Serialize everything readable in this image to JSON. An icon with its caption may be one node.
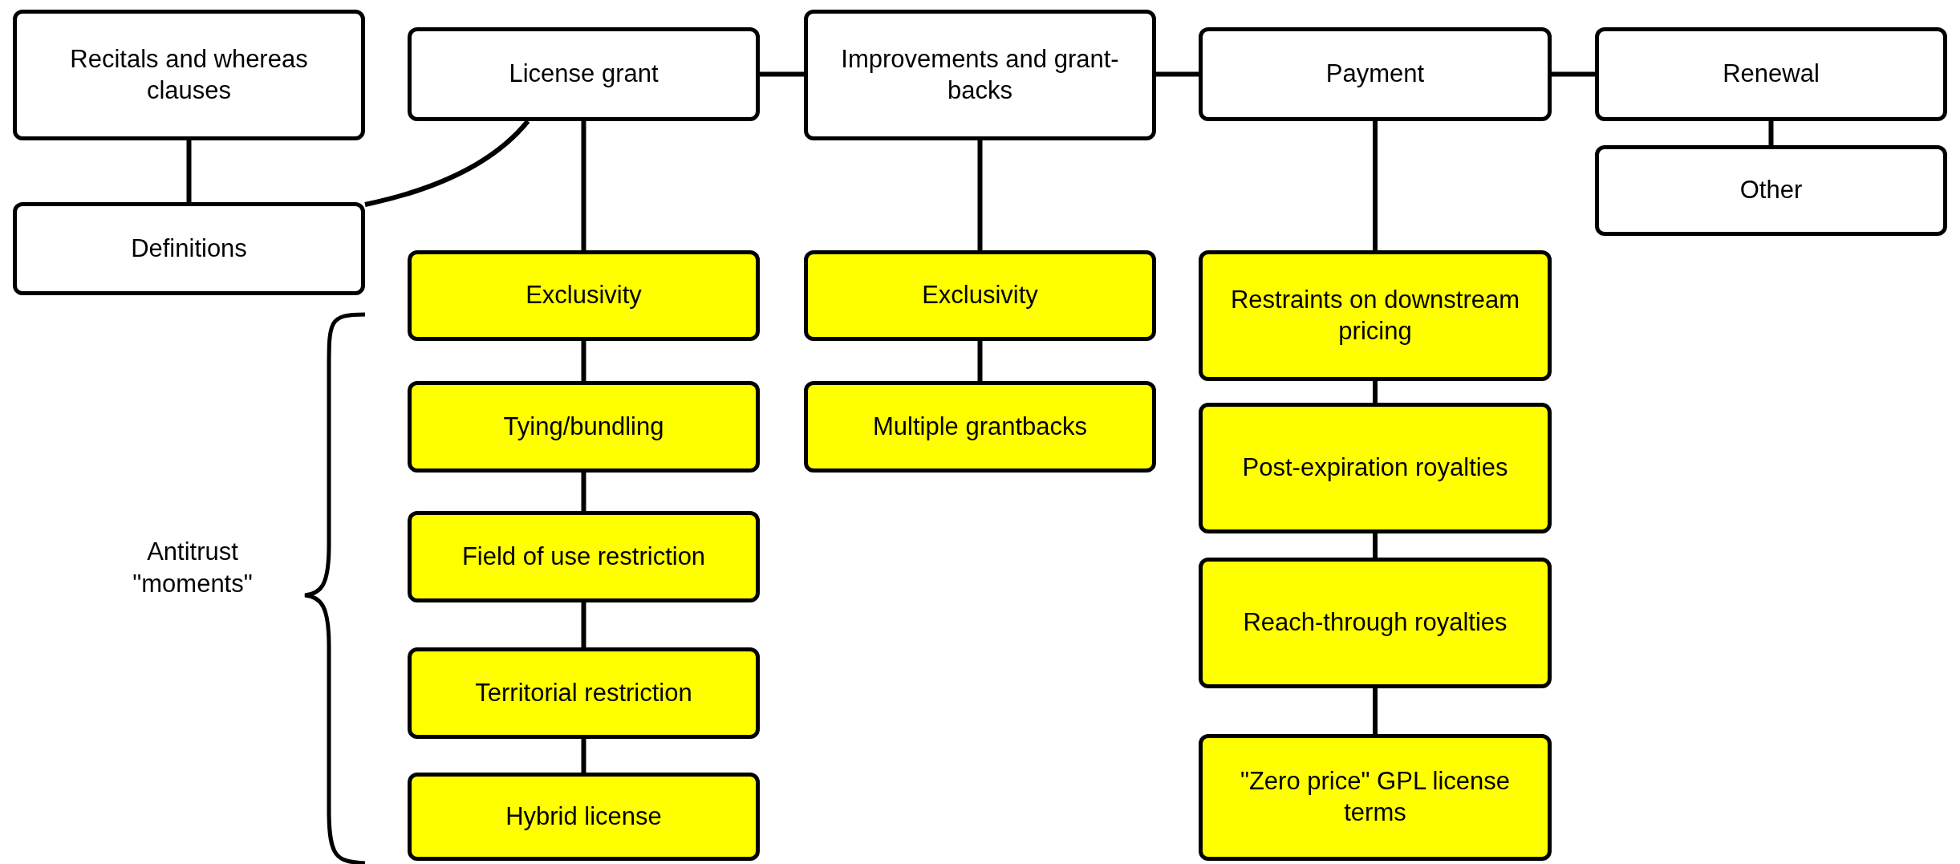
{
  "diagram": {
    "nodes": [
      {
        "text": [
          "Recitals and whereas clauses"
        ]
      },
      {
        "text": [
          "Definitions"
        ]
      },
      {
        "text": [
          "License grant"
        ]
      },
      {
        "text": [
          "Improvements and grant-backs"
        ]
      },
      {
        "text": [
          "Payment"
        ]
      },
      {
        "text": [
          "Renewal"
        ]
      },
      {
        "text": [
          "Other"
        ]
      },
      {
        "text": [
          "Exclusivity"
        ]
      },
      {
        "text": [
          "Tying/bundling"
        ]
      },
      {
        "text": [
          "Field of use restriction"
        ]
      },
      {
        "text": [
          "Territorial restriction"
        ]
      },
      {
        "text": [
          "Hybrid license"
        ]
      },
      {
        "text": [
          "Exclusivity"
        ]
      },
      {
        "text": [
          "Multiple grantbacks"
        ]
      },
      {
        "text": [
          "Restraints on downstream pricing"
        ]
      },
      {
        "text": [
          "Post-expiration royalties"
        ]
      },
      {
        "text": [
          "Reach-through royalties"
        ]
      },
      {
        "text": [
          "\"Zero price\" GPL license terms"
        ]
      }
    ],
    "edges": [
      {
        "from": 0,
        "to": 1,
        "arrow": "none"
      },
      {
        "from": 1,
        "to": 2,
        "arrow": "none"
      },
      {
        "from": 2,
        "to": 3,
        "arrow": "none"
      },
      {
        "from": 3,
        "to": 4,
        "arrow": "none"
      },
      {
        "from": 4,
        "to": 5,
        "arrow": "none"
      },
      {
        "from": 5,
        "to": 6,
        "arrow": "none"
      },
      {
        "from": 2,
        "to": 7,
        "arrow": "none"
      },
      {
        "from": 7,
        "to": 8,
        "arrow": "none"
      },
      {
        "from": 8,
        "to": 9,
        "arrow": "none"
      },
      {
        "from": 9,
        "to": 10,
        "arrow": "none"
      },
      {
        "from": 10,
        "to": 11,
        "arrow": "none"
      },
      {
        "from": 3,
        "to": 12,
        "arrow": "none"
      },
      {
        "from": 12,
        "to": 13,
        "arrow": "none"
      },
      {
        "from": 4,
        "to": 14,
        "arrow": "none"
      },
      {
        "from": 14,
        "to": 15,
        "arrow": "none"
      },
      {
        "from": 15,
        "to": 16,
        "arrow": "none"
      },
      {
        "from": 16,
        "to": 17,
        "arrow": "none"
      }
    ],
    "labels": [
      "Antitrust \"moments\""
    ]
  }
}
